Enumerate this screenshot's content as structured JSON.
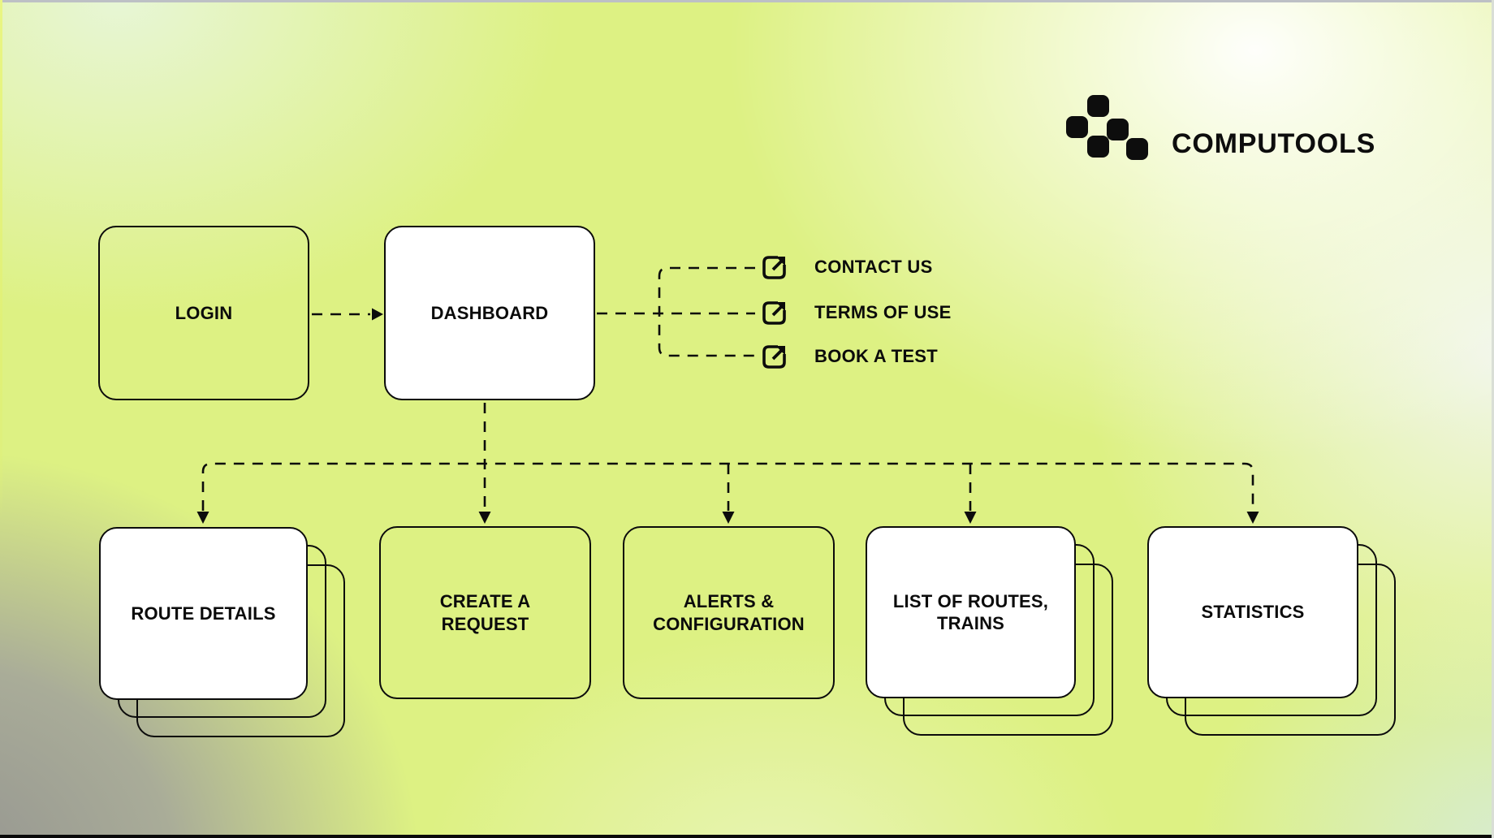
{
  "brand": {
    "name": "COMPUTOOLS"
  },
  "nodes": {
    "login": {
      "label": "LOGIN"
    },
    "dashboard": {
      "label": "DASHBOARD"
    },
    "route_details": {
      "label": "ROUTE DETAILS"
    },
    "create_request": {
      "label": "CREATE A REQUEST"
    },
    "alerts_config": {
      "label": "ALERTS & CONFIGURATION"
    },
    "routes_trains": {
      "label": "LIST OF ROUTES, TRAINS"
    },
    "statistics": {
      "label": "STATISTICS"
    }
  },
  "links": {
    "contact": {
      "label": "CONTACT US"
    },
    "terms": {
      "label": "TERMS OF USE"
    },
    "book": {
      "label": "BOOK A TEST"
    }
  },
  "colors": {
    "line": "#0b0b0b",
    "node_fill": "#ffffff",
    "accent_lime": "#ddf183",
    "corner_gray": "#9d9d99",
    "text": "#0b0b0b"
  }
}
